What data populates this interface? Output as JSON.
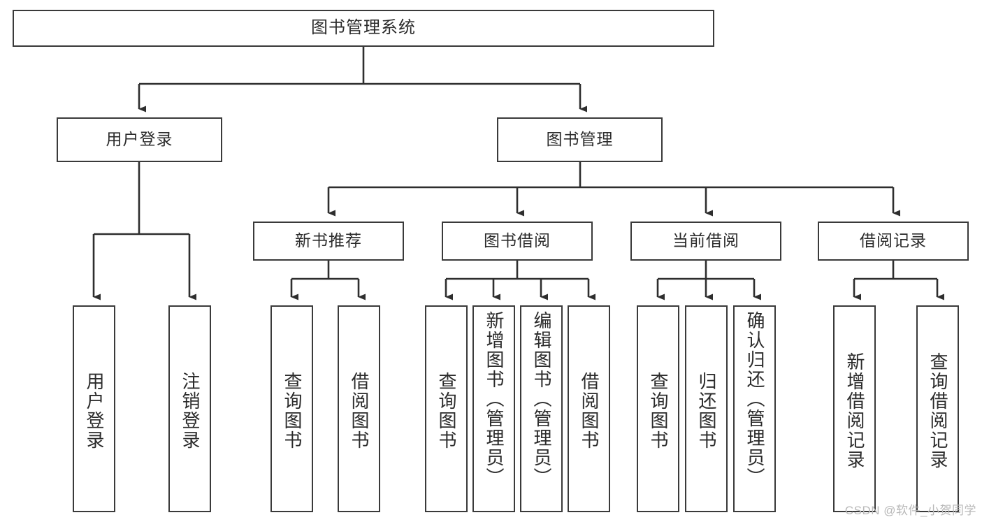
{
  "diagram": {
    "title": "图书管理系统",
    "type": "hierarchy-tree",
    "root": {
      "label": "图书管理系统"
    },
    "level2": [
      {
        "label": "用户登录"
      },
      {
        "label": "图书管理"
      }
    ],
    "level3": [
      {
        "label": "新书推荐"
      },
      {
        "label": "图书借阅"
      },
      {
        "label": "当前借阅"
      },
      {
        "label": "借阅记录"
      }
    ],
    "leaves": {
      "user_login": [
        {
          "label": "用户登录"
        },
        {
          "label": "注销登录"
        }
      ],
      "new_book_recommend": [
        {
          "label": "查询图书"
        },
        {
          "label": "借阅图书"
        }
      ],
      "book_borrow": [
        {
          "label": "查询图书"
        },
        {
          "label": "新增图书（管理员）"
        },
        {
          "label": "编辑图书（管理员）"
        },
        {
          "label": "借阅图书"
        }
      ],
      "current_borrow": [
        {
          "label": "查询图书"
        },
        {
          "label": "归还图书"
        },
        {
          "label": "确认归还（管理员）"
        }
      ],
      "borrow_record": [
        {
          "label": "新增借阅记录"
        },
        {
          "label": "查询借阅记录"
        }
      ]
    }
  },
  "watermark": {
    "text": "CSDN @软件_小贺同学"
  },
  "colors": {
    "border": "#3a3a3a",
    "text": "#2b2b2b",
    "background": "#ffffff",
    "watermark": "#b9b9b9"
  }
}
